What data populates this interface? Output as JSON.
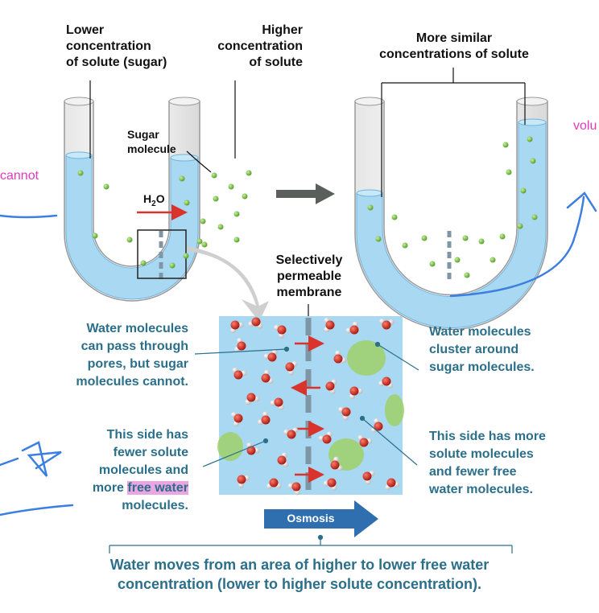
{
  "tube1": {
    "left_label": [
      "Lower",
      "concentration",
      "of solute (sugar)"
    ],
    "right_label": [
      "Higher",
      "concentration",
      "of solute"
    ],
    "sugar_label": [
      "Sugar",
      "molecule"
    ],
    "water_label": "H",
    "water_sub": "2",
    "water_label_end": "O"
  },
  "tube2": {
    "label": [
      "More similar",
      "concentrations of solute"
    ]
  },
  "membrane_label": [
    "Selectively",
    "permeable",
    "membrane"
  ],
  "zoom": {
    "left_top": [
      "Water molecules",
      "can pass through",
      "pores, but sugar",
      "molecules cannot."
    ],
    "left_bottom_lines": [
      "This side has",
      "fewer solute",
      "molecules and"
    ],
    "left_bottom_more": "more ",
    "left_bottom_highlight": "free water",
    "left_bottom_last": "molecules.",
    "right_top": [
      "Water molecules",
      "cluster around",
      "sugar molecules."
    ],
    "right_bottom": [
      "This side has more",
      "solute molecules",
      "and fewer free",
      "water molecules."
    ],
    "arrow_label": "Osmosis"
  },
  "caption": [
    "Water moves from an area of higher to lower free water",
    "concentration (lower to higher solute concentration)."
  ],
  "annotations": {
    "left_cut": "cannot",
    "right_cut": "volu"
  },
  "colors": {
    "water": "#a9d8f2",
    "sugar": "#7cc242",
    "teal_text": "#2b6f8a",
    "membrane": "#7f96a6",
    "osmosis_arrow": "#2f6fb0",
    "pen_ink": "#3d7fe0",
    "highlight": "#e9a6e3"
  }
}
